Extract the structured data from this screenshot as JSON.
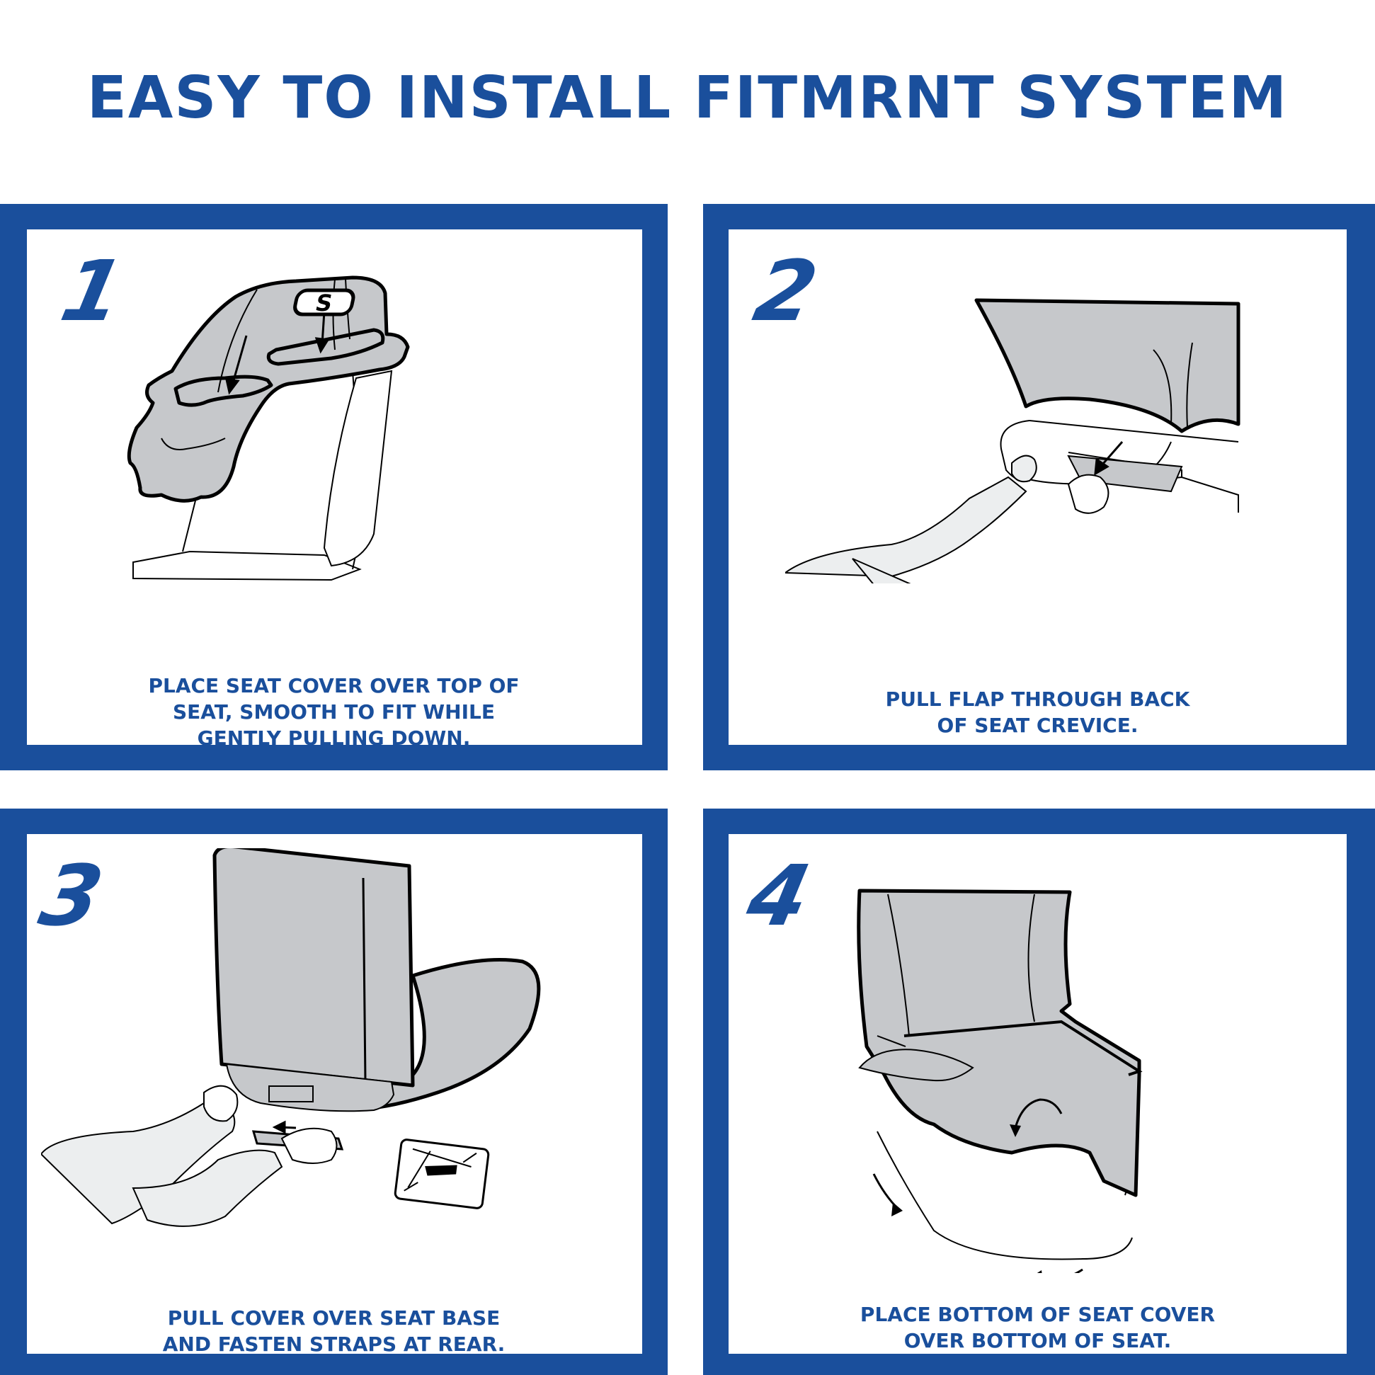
{
  "title": "EASY TO INSTALL FITMRNT SYSTEM",
  "colors": {
    "brand_blue": "#1a4f9c",
    "seat_gray": "#c6c8cb",
    "sleeve_gray": "#eceeef"
  },
  "steps": [
    {
      "number": "1",
      "caption_lines": [
        "PLACE SEAT COVER OVER TOP OF",
        "SEAT, SMOOTH TO FIT WHILE",
        "GENTLY PULLING DOWN."
      ],
      "icon": "seat-cover-top-icon"
    },
    {
      "number": "2",
      "caption_lines": [
        "PULL FLAP THROUGH BACK",
        "OF SEAT CREVICE."
      ],
      "icon": "pull-flap-icon"
    },
    {
      "number": "3",
      "caption_lines": [
        "PULL COVER OVER SEAT BASE",
        "AND FASTEN STRAPS AT REAR."
      ],
      "icon": "fasten-straps-icon"
    },
    {
      "number": "4",
      "caption_lines": [
        "PLACE BOTTOM OF SEAT COVER",
        "OVER BOTTOM OF SEAT."
      ],
      "icon": "seat-bottom-icon"
    }
  ]
}
